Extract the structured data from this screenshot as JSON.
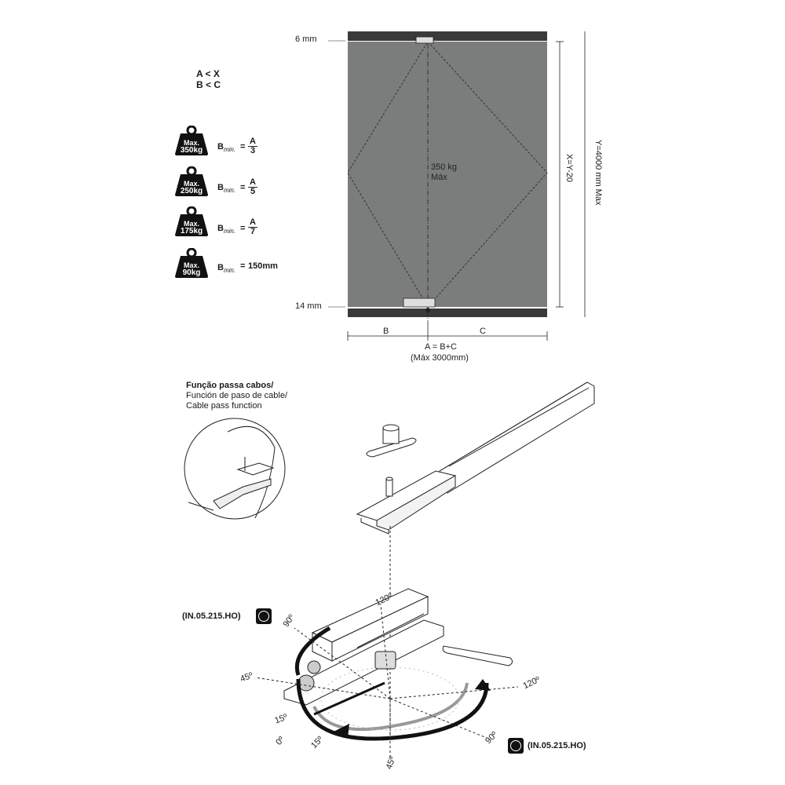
{
  "top": {
    "gap_top": "6 mm",
    "gap_bottom": "14 mm",
    "rule1": "A < X",
    "rule2": "B < C",
    "door_weight": "350 kg",
    "door_weight_sub": "Máx",
    "dim_x": "X=Y-20",
    "dim_y": "Y=4000 mm  Max",
    "dim_b": "B",
    "dim_c": "C",
    "dim_a": "A = B+C",
    "dim_a_max": "(Máx 3000mm)"
  },
  "weights": [
    {
      "max": "Max.",
      "kg": "350kg",
      "bmin": "B",
      "sub": "min.",
      "eq": "=",
      "num": "A",
      "den": "3"
    },
    {
      "max": "Max.",
      "kg": "250kg",
      "bmin": "B",
      "sub": "min.",
      "eq": "=",
      "num": "A",
      "den": "5"
    },
    {
      "max": "Max.",
      "kg": "175kg",
      "bmin": "B",
      "sub": "min.",
      "eq": "=",
      "num": "A",
      "den": "7"
    },
    {
      "max": "Max.",
      "kg": "90kg",
      "bmin": "B",
      "sub": "min.",
      "eq": "=",
      "value": "150mm"
    }
  ],
  "cable": {
    "pt": "Função passa cabos/",
    "es": "Función de paso de cable/",
    "en": "Cable pass function"
  },
  "bottom": {
    "code": "(IN.05.215.HO)",
    "angles": {
      "a120_top": "120º",
      "a90_left": "90º",
      "a45_left": "45º",
      "a15_left": "15º",
      "a0": "0º",
      "a15_b": "15º",
      "a45_b": "45º",
      "a90_r": "90º",
      "a120_r": "120º"
    }
  },
  "colors": {
    "door": "#7b7d7d",
    "frame": "#3a3a3a",
    "ink": "#1a1a1a"
  }
}
